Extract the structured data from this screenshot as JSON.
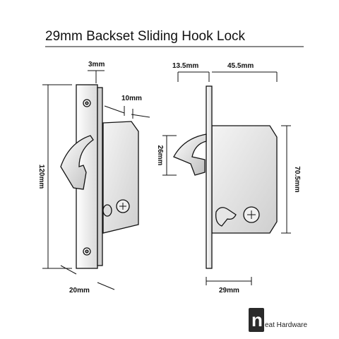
{
  "title": "29mm Backset Sliding Hook Lock",
  "front_view": {
    "dim_thickness": "3mm",
    "dim_body_offset": "10mm",
    "dim_height": "120mm",
    "dim_width": "20mm"
  },
  "side_view": {
    "dim_faceplate_to_body": "13.5mm",
    "dim_body_width": "45.5mm",
    "dim_hook": "26mm",
    "dim_body_height": "70.5mm",
    "dim_backset": "29mm"
  },
  "logo": {
    "letter": "n",
    "text": "eat Hardware"
  }
}
